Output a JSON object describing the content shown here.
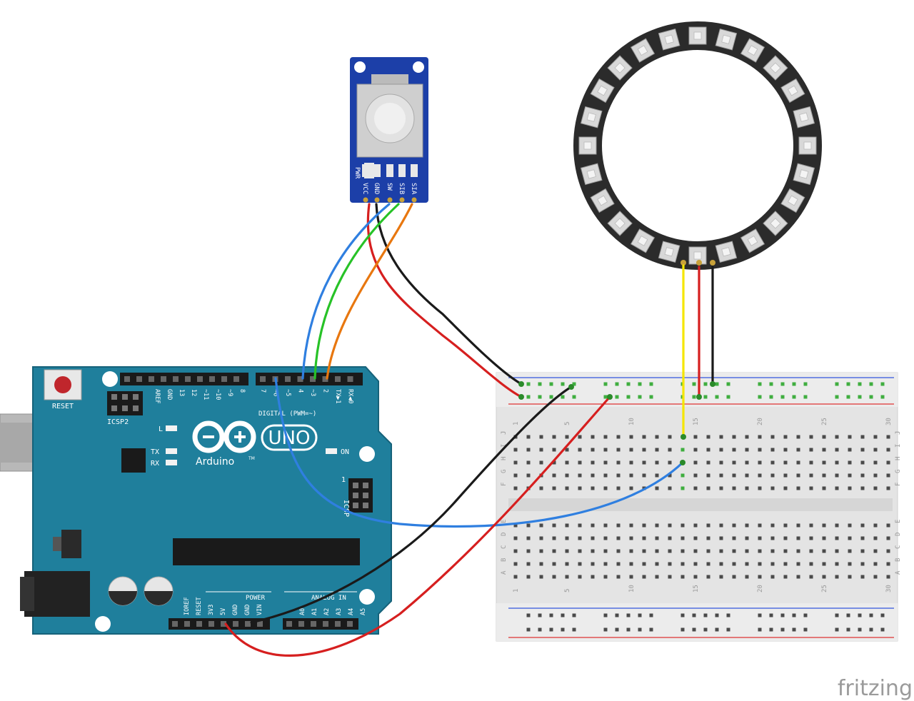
{
  "colors": {
    "board": "#1f7f9c",
    "board_edge": "#16627a",
    "module": "#1c3fa8",
    "ring": "#2b2b2b",
    "led": "#d8d8d8",
    "wire_red": "#d61f1f",
    "wire_black": "#1a1a1a",
    "wire_blue": "#2f7fe0",
    "wire_green": "#27c227",
    "wire_orange": "#e8770f",
    "wire_yellow": "#f5e600",
    "rail_blue": "#3355dd",
    "rail_red": "#dd3333"
  },
  "arduino": {
    "reset_label": "RESET",
    "icsp2_label": "ICSP2",
    "icsp_label": "ICSP",
    "digital_label": "DIGITAL (PWM=~)",
    "power_label": "POWER",
    "analog_label": "ANALOG IN",
    "brand": "Arduino",
    "model": "UNO",
    "tm": "TM",
    "led_l": "L",
    "led_tx": "TX",
    "led_rx": "RX",
    "led_on": "ON",
    "icsp_pin1": "1",
    "top_pins": [
      "AREF",
      "GND",
      "13",
      "12",
      "~11",
      "~10",
      "~9",
      "8"
    ],
    "top_pins_right": [
      "7",
      "~6",
      "~5",
      "4",
      "~3",
      "2",
      "TX▶1",
      "RX◀0"
    ],
    "bottom_pins_power": [
      "IOREF",
      "RESET",
      "3V3",
      "5V",
      "GND",
      "GND",
      "VIN"
    ],
    "bottom_pins_analog": [
      "A0",
      "A1",
      "A2",
      "A3",
      "A4",
      "A5"
    ]
  },
  "encoder": {
    "pins": [
      "VCC",
      "GND",
      "SW",
      "SIB",
      "SIA"
    ],
    "pwr_label": "PWR"
  },
  "breadboard": {
    "col_numbers": [
      "1",
      "5",
      "10",
      "15",
      "20",
      "25",
      "30"
    ],
    "rows_top": [
      "J",
      "I",
      "H",
      "G",
      "F"
    ],
    "rows_bottom": [
      "E",
      "D",
      "C",
      "B",
      "A"
    ]
  },
  "logo": "fritzing"
}
